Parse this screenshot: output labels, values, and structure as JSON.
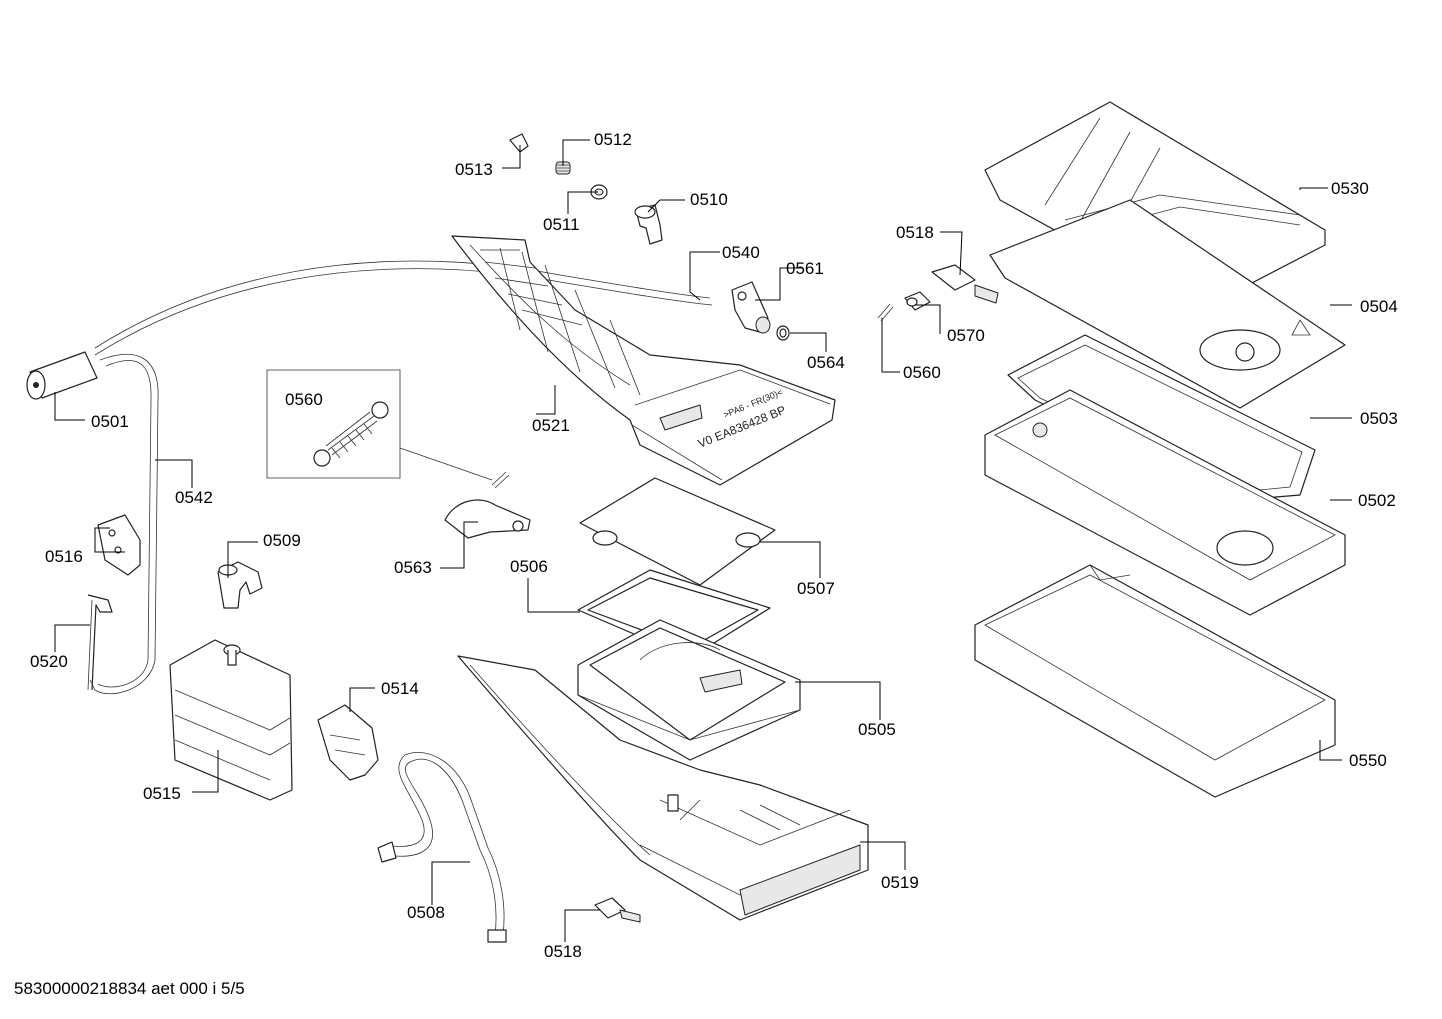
{
  "document_id": "58300000218834 aet 000 i 5/5",
  "embossed_text": {
    "line1": "V0  EA836428 BP",
    "line2": ">PA6 - FR(30)<"
  },
  "callouts": {
    "c0501": "0501",
    "c0502": "0502",
    "c0503": "0503",
    "c0504": "0504",
    "c0505": "0505",
    "c0506": "0506",
    "c0507": "0507",
    "c0508": "0508",
    "c0509": "0509",
    "c0510": "0510",
    "c0511": "0511",
    "c0512": "0512",
    "c0513": "0513",
    "c0514": "0514",
    "c0515": "0515",
    "c0516": "0516",
    "c0518a": "0518",
    "c0518b": "0518",
    "c0519": "0519",
    "c0520": "0520",
    "c0521": "0521",
    "c0530": "0530",
    "c0540": "0540",
    "c0542": "0542",
    "c0550": "0550",
    "c0560a": "0560",
    "c0560b": "0560",
    "c0561": "0561",
    "c0563": "0563",
    "c0564": "0564",
    "c0570": "0570"
  }
}
